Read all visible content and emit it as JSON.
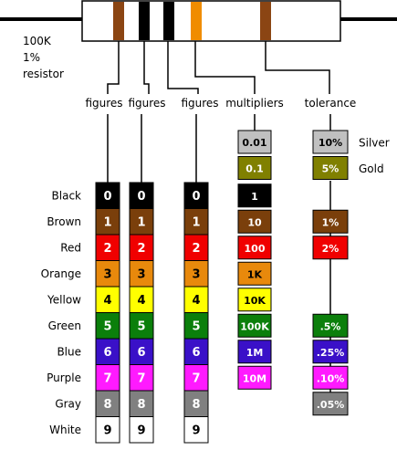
{
  "note": {
    "line1": "100K",
    "line2": "1%",
    "line3": "resistor"
  },
  "headers": {
    "figures1": "figures",
    "figures2": "figures",
    "figures3": "figures",
    "multipliers": "multipliers",
    "tolerance": "tolerance"
  },
  "band_colors": [
    "#8b4513",
    "#000000",
    "#000000",
    "#f08c00",
    "#8b4513"
  ],
  "rows": [
    {
      "name": "Black",
      "color": "#000000",
      "digit": "0",
      "mult": "1",
      "tol": ""
    },
    {
      "name": "Brown",
      "color": "#7a3f0b",
      "digit": "1",
      "mult": "10",
      "tol": "1%"
    },
    {
      "name": "Red",
      "color": "#f00000",
      "digit": "2",
      "mult": "100",
      "tol": "2%"
    },
    {
      "name": "Orange",
      "color": "#e8890c",
      "digit": "3",
      "mult": "1K",
      "tol": ""
    },
    {
      "name": "Yellow",
      "color": "#ffff00",
      "digit": "4",
      "mult": "10K",
      "tol": ""
    },
    {
      "name": "Green",
      "color": "#0b7f0b",
      "digit": "5",
      "mult": "100K",
      "tol": ".5%"
    },
    {
      "name": "Blue",
      "color": "#3a10c8",
      "digit": "6",
      "mult": "1M",
      "tol": ".25%"
    },
    {
      "name": "Purple",
      "color": "#ff1aff",
      "digit": "7",
      "mult": "10M",
      "tol": ".10%"
    },
    {
      "name": "Gray",
      "color": "#808080",
      "digit": "8",
      "mult": "",
      "tol": ".05%"
    },
    {
      "name": "White",
      "color": "#ffffff",
      "digit": "9",
      "mult": "",
      "tol": ""
    }
  ],
  "extra": [
    {
      "name": "Silver",
      "color": "#c0c0c0",
      "mult": "0.01",
      "tol": "10%"
    },
    {
      "name": "Gold",
      "color": "#808000",
      "mult": "0.1",
      "tol": "5%"
    }
  ]
}
